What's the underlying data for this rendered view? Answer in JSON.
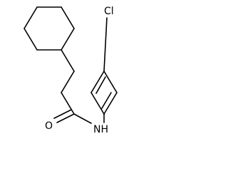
{
  "molecule": {
    "atoms": {
      "chlorine": "Cl",
      "nitrogen_hydrogen": "NH",
      "oxygen": "O"
    },
    "colors": {
      "bond": "#000000",
      "label": "#000000",
      "background": "#ffffff"
    }
  }
}
